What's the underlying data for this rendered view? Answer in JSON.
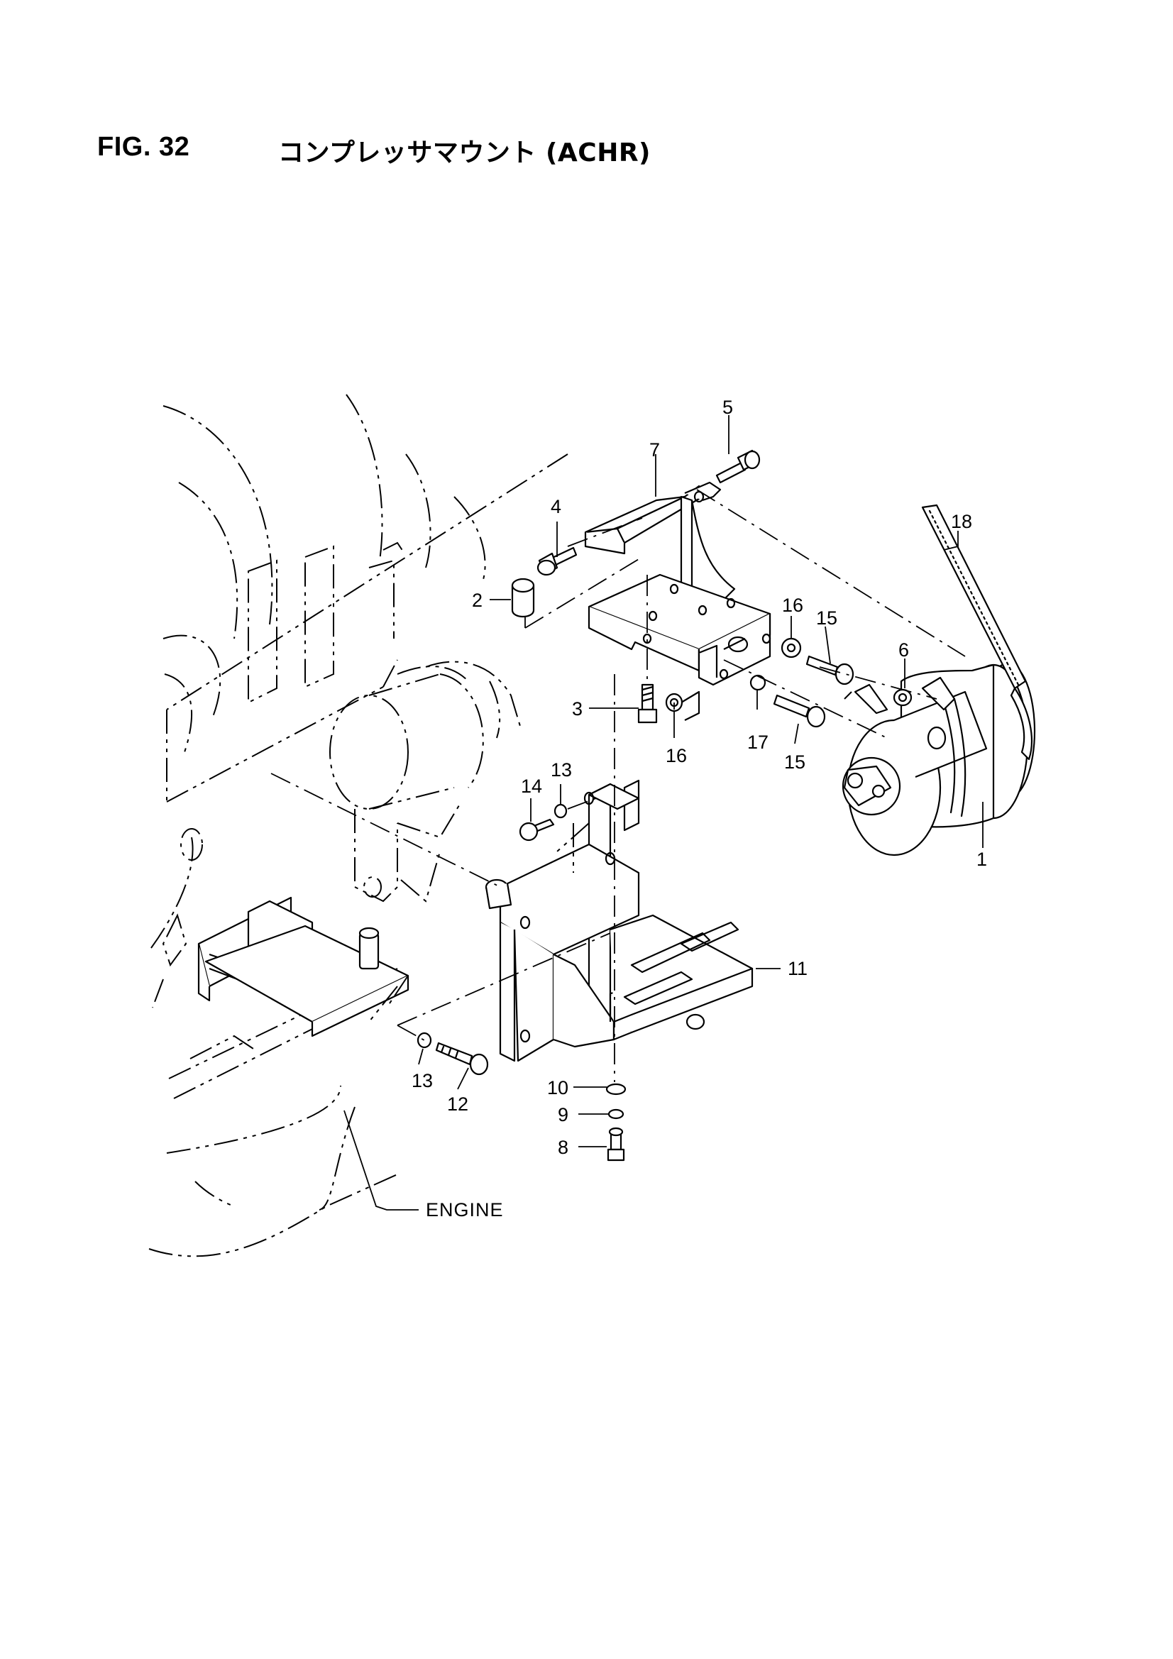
{
  "header": {
    "figure_number": "FIG. 32",
    "title": "コンプレッサマウント (ACHR)"
  },
  "callouts": [
    {
      "id": "1",
      "label": "1"
    },
    {
      "id": "2",
      "label": "2"
    },
    {
      "id": "3",
      "label": "3"
    },
    {
      "id": "4",
      "label": "4"
    },
    {
      "id": "5",
      "label": "5"
    },
    {
      "id": "6",
      "label": "6"
    },
    {
      "id": "7",
      "label": "7"
    },
    {
      "id": "8",
      "label": "8"
    },
    {
      "id": "9",
      "label": "9"
    },
    {
      "id": "10",
      "label": "10"
    },
    {
      "id": "11",
      "label": "11"
    },
    {
      "id": "12",
      "label": "12"
    },
    {
      "id": "13a",
      "label": "13"
    },
    {
      "id": "13b",
      "label": "13"
    },
    {
      "id": "14",
      "label": "14"
    },
    {
      "id": "15a",
      "label": "15"
    },
    {
      "id": "15b",
      "label": "15"
    },
    {
      "id": "16a",
      "label": "16"
    },
    {
      "id": "16b",
      "label": "16"
    },
    {
      "id": "17",
      "label": "17"
    },
    {
      "id": "18",
      "label": "18"
    }
  ],
  "engine_label": "ENGINE"
}
